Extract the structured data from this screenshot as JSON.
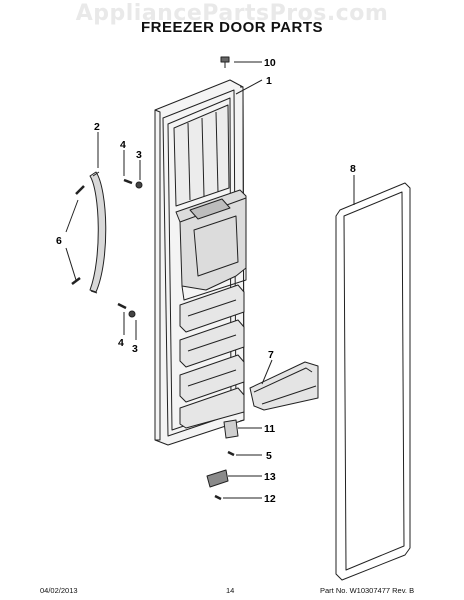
{
  "watermark": "AppliancePartsPros.com",
  "title": "FREEZER DOOR PARTS",
  "callouts": {
    "c10": "10",
    "c1": "1",
    "c2": "2",
    "c4a": "4",
    "c3a": "3",
    "c6": "6",
    "c8": "8",
    "c4b": "4",
    "c3b": "3",
    "c7": "7",
    "c11": "11",
    "c5": "5",
    "c13": "13",
    "c12": "12"
  },
  "footer": {
    "date": "04/02/2013",
    "page": "14",
    "part_number": "Part No. W10307477  Rev. B"
  }
}
